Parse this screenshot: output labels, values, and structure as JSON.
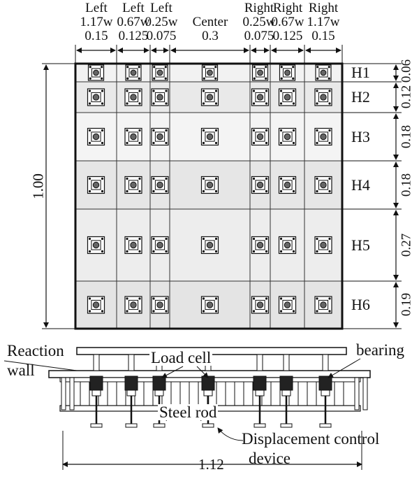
{
  "diagram": {
    "columns": [
      {
        "side": "Left",
        "ratio": "1.17w",
        "width": "0.15"
      },
      {
        "side": "Left",
        "ratio": "0.67w",
        "width": "0.125"
      },
      {
        "side": "Left",
        "ratio": "0.25w",
        "width": "0.075"
      },
      {
        "side": "Center",
        "ratio": "",
        "width": "0.3"
      },
      {
        "side": "Right",
        "ratio": "0.25w",
        "width": "0.075"
      },
      {
        "side": "Right",
        "ratio": "0.67w",
        "width": "0.125"
      },
      {
        "side": "Right",
        "ratio": "1.17w",
        "width": "0.15"
      }
    ],
    "rows": [
      {
        "name": "H1",
        "height": "0.06"
      },
      {
        "name": "H2",
        "height": "0.12"
      },
      {
        "name": "H3",
        "height": "0.18"
      },
      {
        "name": "H4",
        "height": "0.18"
      },
      {
        "name": "H5",
        "height": "0.27"
      },
      {
        "name": "H6",
        "height": "0.19"
      }
    ],
    "total_height": "1.00",
    "total_width": "1.12",
    "labels": {
      "reaction_wall_1": "Reaction",
      "reaction_wall_2": "wall",
      "load_cell": "Load cell",
      "bearing": "bearing",
      "steel_rod": "Steel rod",
      "displacement_1": "Displacement control",
      "displacement_2": "device"
    }
  }
}
